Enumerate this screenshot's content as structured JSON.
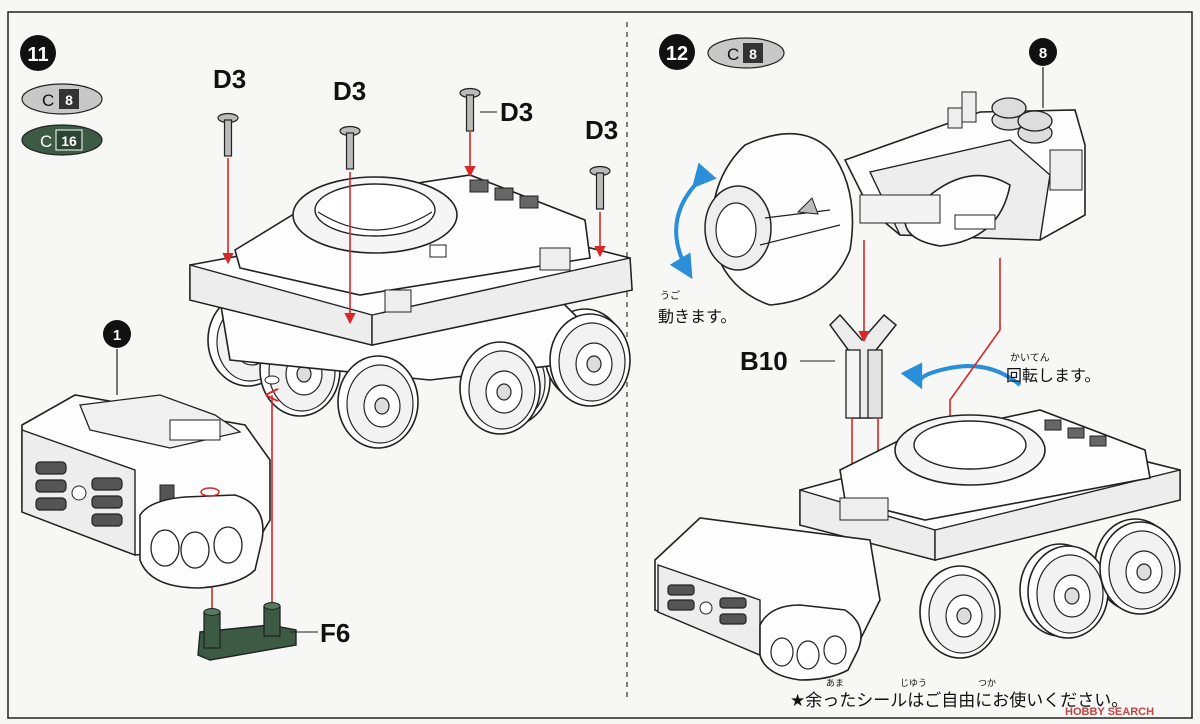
{
  "step11": {
    "number": "11",
    "colors": [
      {
        "code": "C",
        "num": "8",
        "fill": "#c8c8c8",
        "numfill": "#333333"
      },
      {
        "code": "C",
        "num": "16",
        "fill": "#3d5a45",
        "numfill": "#3d5a45"
      }
    ],
    "labels": {
      "d3": "D3",
      "f6": "F6",
      "part_ref": "1"
    }
  },
  "step12": {
    "number": "12",
    "color": {
      "code": "C",
      "num": "8",
      "fill": "#c8c8c8",
      "numfill": "#333333"
    },
    "labels": {
      "part_ref": "8",
      "b10": "B10",
      "moves": "動きます。",
      "moves_ruby": "うご",
      "rotates": "回転します。",
      "rotates_ruby": "かいてん"
    }
  },
  "footer": {
    "note": "★余ったシールはご自由にお使いください。",
    "ruby_ama": "あま",
    "ruby_jiyuu": "じゆう",
    "ruby_tsuka": "つか"
  },
  "watermark": "HOBBY SEARCH",
  "accent_colors": {
    "arrow": "#d62828",
    "rotate_arrow": "#2a8fd8",
    "dark_part": "#3d5a45"
  }
}
